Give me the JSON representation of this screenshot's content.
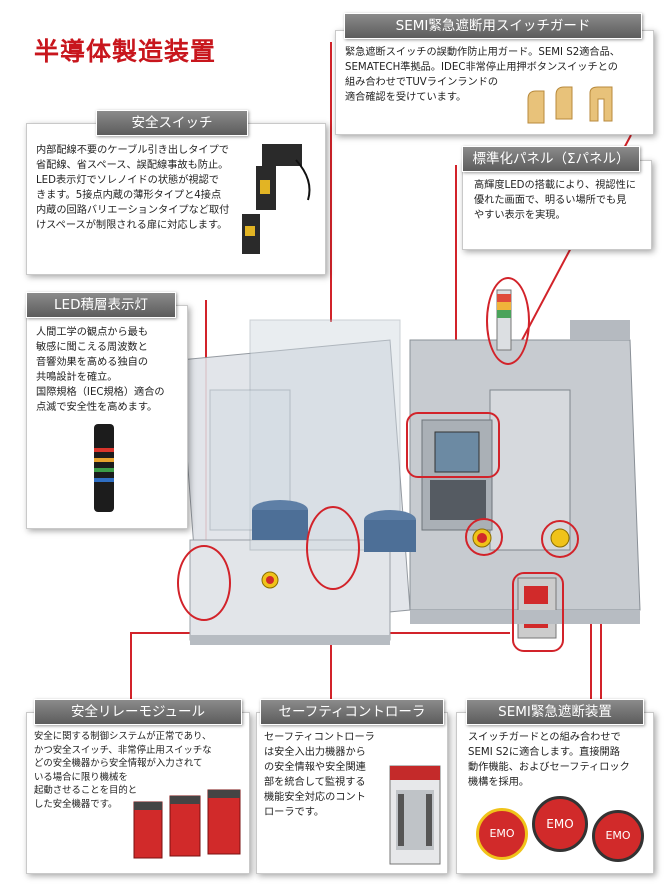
{
  "page_title": "半導体製造装置",
  "callouts": {
    "semi_guard": {
      "heading": "SEMI緊急遮断用スイッチガード",
      "lines": [
        "緊急遮断スイッチの誤動作防止用ガード。SEMI S2適合品、",
        "SEMATECH準拠品。IDEC非常停止用押ボタンスイッチとの",
        "組み合わせでTUVラインランドの",
        "適合確認を受けています。"
      ]
    },
    "safety_switch": {
      "heading": "安全スイッチ",
      "lines": [
        "内部配線不要のケーブル引き出しタイプで",
        "省配線、省スペース、誤配線事故も防止。",
        "LED表示灯でソレノイドの状態が視認で",
        "きます。5接点内蔵の薄形タイプと4接点",
        "内蔵の回路バリエーションタイプなど取付",
        "けスペースが制限される扉に対応します。"
      ]
    },
    "panel": {
      "heading": "標準化パネル（Σパネル）",
      "lines": [
        "高輝度LEDの搭載により、視認性に",
        "優れた画面で、明るい場所でも見",
        "やすい表示を実現。"
      ]
    },
    "led_tower": {
      "heading": "LED積層表示灯",
      "lines": [
        "人間工学の観点から最も",
        "敏感に聞こえる周波数と",
        "音響効果を高める独自の",
        "共鳴設計を確立。",
        "国際規格（IEC規格）適合の",
        "点滅で安全性を高めます。"
      ]
    },
    "relay": {
      "heading": "安全リレーモジュール",
      "lines": [
        "安全に関する制御システムが正常であり、",
        "かつ安全スイッチ、非常停止用スイッチな",
        "どの安全機器から安全情報が入力されて",
        "いる場合に限り機械を",
        "起動させることを目的と",
        "した安全機器です。"
      ]
    },
    "controller": {
      "heading": "セーフティコントローラ",
      "lines": [
        "セーフティコントローラ",
        "は安全入出力機器から",
        "の安全情報や安全関連",
        "部を統合して監視する",
        "機能安全対応のコント",
        "ローラです。"
      ]
    },
    "semi_device": {
      "heading": "SEMI緊急遮断装置",
      "lines": [
        "スイッチガードとの組み合わせで",
        "SEMI S2に適合します。直接開路",
        "動作機能、およびセーフティロック",
        "機構を採用。"
      ],
      "button_label": "EMO"
    }
  },
  "colors": {
    "accent": "#d2232a",
    "title": "#c8161d",
    "header": "#6e6e6e"
  }
}
